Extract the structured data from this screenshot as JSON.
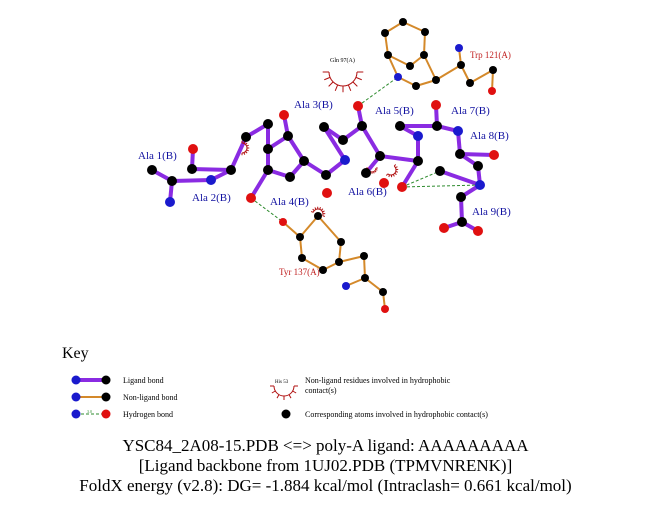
{
  "residues_ligand": [
    "Ala 1(B)",
    "Ala 2(B)",
    "Ala 3(B)",
    "Ala 4(B)",
    "Ala 5(B)",
    "Ala 6(B)",
    "Ala 7(B)",
    "Ala 8(B)",
    "Ala 9(B)"
  ],
  "residues_protein": [
    "Trp 121(A)",
    "Tyr 137(A)"
  ],
  "hydrophobic_residues": [
    "Gln 97(A)"
  ],
  "key": {
    "title": "Key",
    "ligand_bond": "Ligand bond",
    "non_ligand_bond": "Non-ligand bond",
    "hydrogen_bond": "Hydrogen bond",
    "hbond_distance": "3.0",
    "hydrophobic_example": "His 53",
    "hydrophobic_residue_text": "Non-ligand residues involved in hydrophobic",
    "hydrophobic_residue_text2": "contact(s)",
    "hydrophobic_atoms_text": "Corresponding atoms involved in hydrophobic contact(s)"
  },
  "caption": {
    "line1": "YSC84_2A08-15.PDB <=> poly-A ligand: AAAAAAAAA",
    "line2": "[Ligand backbone from 1UJ02.PDB (TPMVNRENK)]",
    "line3": "FoldX energy (v2.8): DG= -1.884 kcal/mol (Intraclash= 0.661 kcal/mol)"
  },
  "colors": {
    "ligand_bond": "#8a2be2",
    "non_ligand_bond": "#d4892a",
    "hbond": "#2e8b2e",
    "carbon": "#000000",
    "nitrogen": "#1a1acd",
    "oxygen": "#e01010",
    "ligand_label": "#1010a0",
    "protein_label": "#c02020",
    "hydrophobic": "#b01010"
  }
}
